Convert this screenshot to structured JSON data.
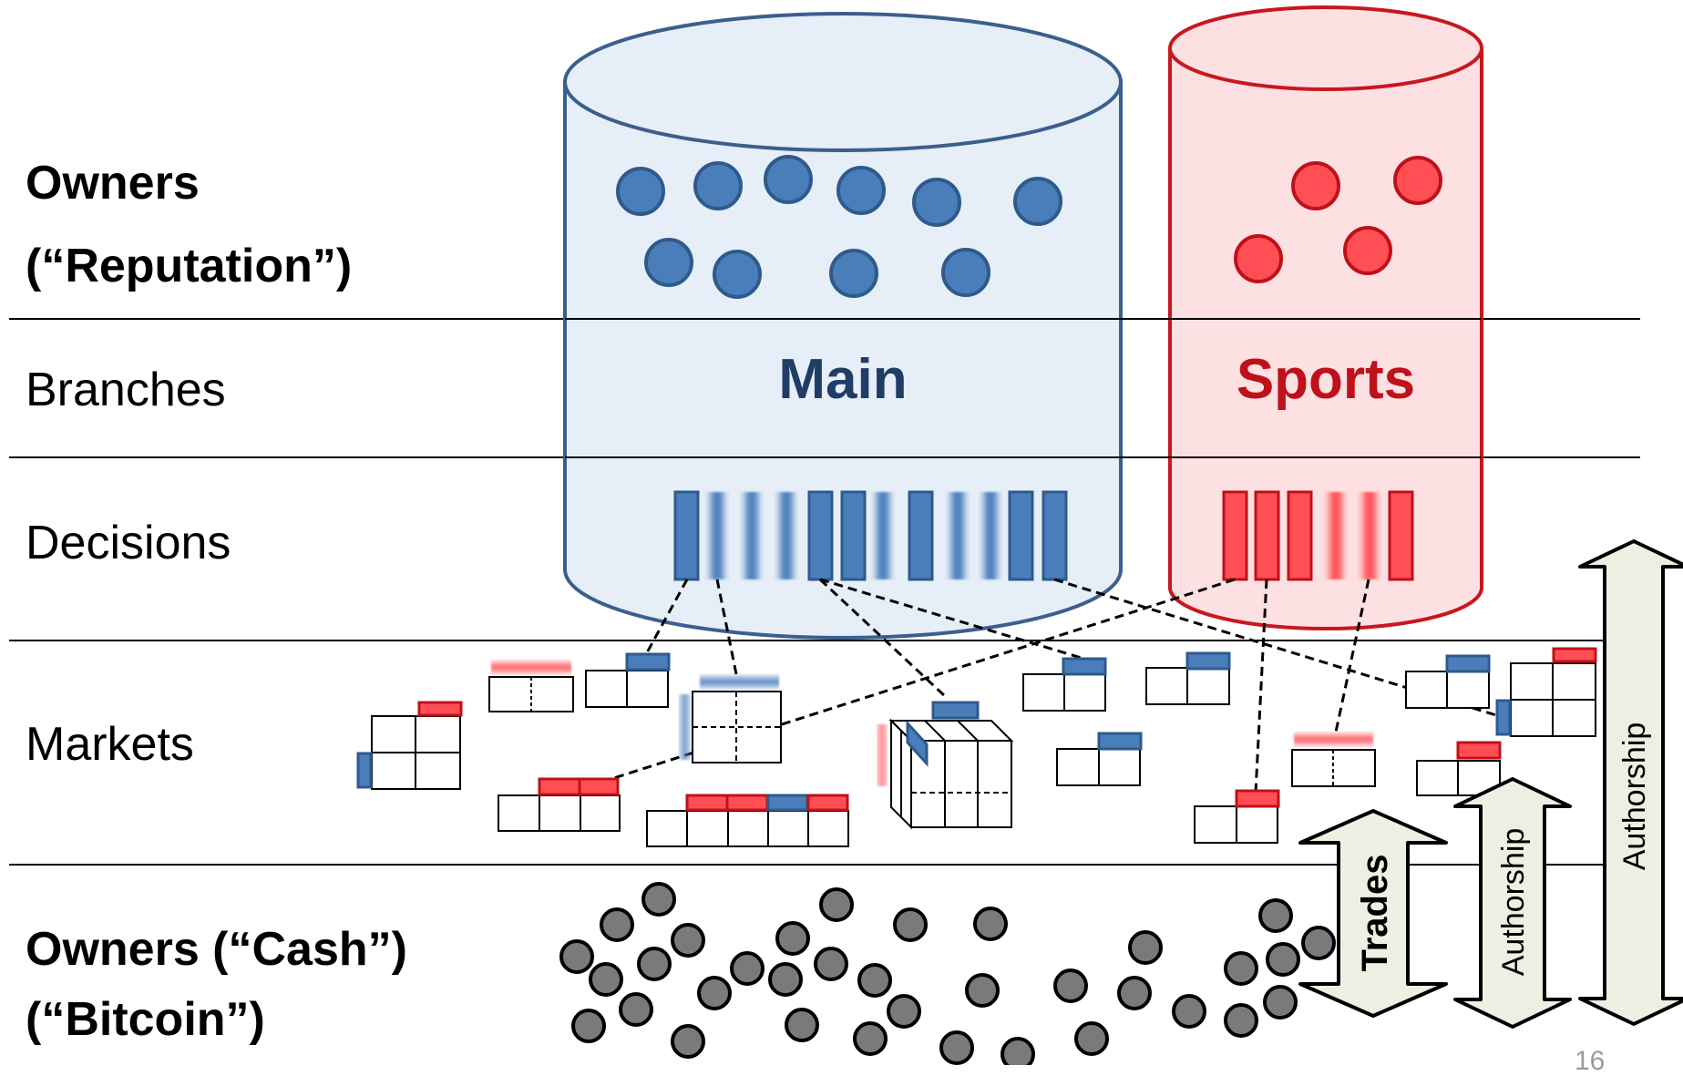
{
  "rows": {
    "reputation_owners": {
      "line1": "Owners",
      "line2": "(“Reputation”)"
    },
    "branches": "Branches",
    "decisions": "Decisions",
    "markets": "Markets",
    "cash_owners": {
      "line1": "Owners (“Cash”)",
      "line2": "(“Bitcoin”)"
    }
  },
  "branches": [
    {
      "name": "Main",
      "color": "#1f3d66",
      "fill": "#e6eef7",
      "stroke": "#3b5f8d",
      "reputation_owner_count": 10,
      "decision_count": 12
    },
    {
      "name": "Sports",
      "color": "#c0101a",
      "fill": "#fde0e2",
      "stroke": "#c8171f",
      "reputation_owner_count": 4,
      "decision_count": 6
    }
  ],
  "arrows": {
    "trades": "Trades",
    "authorship_short": "Authorship",
    "authorship_tall": "Authorship"
  },
  "page_number": "16",
  "colors": {
    "blue": "#4a7ebb",
    "blue_dark": "#2e5a8c",
    "red": "#f04a50",
    "red_dark": "#c0101a",
    "grey": "#7a7a7a",
    "arrow_fill": "#eeeee2"
  }
}
